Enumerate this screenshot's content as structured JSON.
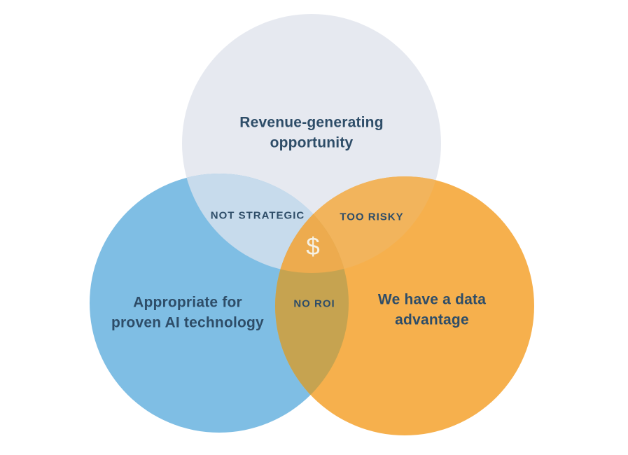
{
  "diagram": {
    "type": "venn",
    "background_color": "#FFFFFF",
    "text_color": "#2E4D68",
    "center_symbol_color": "#F6F2E5",
    "sets": [
      {
        "id": "revenue-opportunity",
        "label": "Revenue-generating\nopportunity",
        "color": "#E6E9F0",
        "position": "top"
      },
      {
        "id": "proven-ai-technology",
        "label": "Appropriate for\nproven AI technology",
        "color": "#7FBEE4",
        "position": "bottom-left"
      },
      {
        "id": "data-advantage",
        "label": "We have a data\nadvantage",
        "color": "#F6B04D",
        "position": "bottom-right"
      }
    ],
    "intersections": [
      {
        "between": [
          "revenue-opportunity",
          "proven-ai-technology"
        ],
        "label": "NOT STRATEGIC",
        "color": "#C7DBEC"
      },
      {
        "between": [
          "revenue-opportunity",
          "data-advantage"
        ],
        "label": "TOO RISKY",
        "color": "#F2B45C"
      },
      {
        "between": [
          "proven-ai-technology",
          "data-advantage"
        ],
        "label": "NO ROI",
        "color": "#C6A350"
      },
      {
        "between": [
          "revenue-opportunity",
          "proven-ai-technology",
          "data-advantage"
        ],
        "label": "$",
        "color": "#EDAB4E"
      }
    ]
  }
}
